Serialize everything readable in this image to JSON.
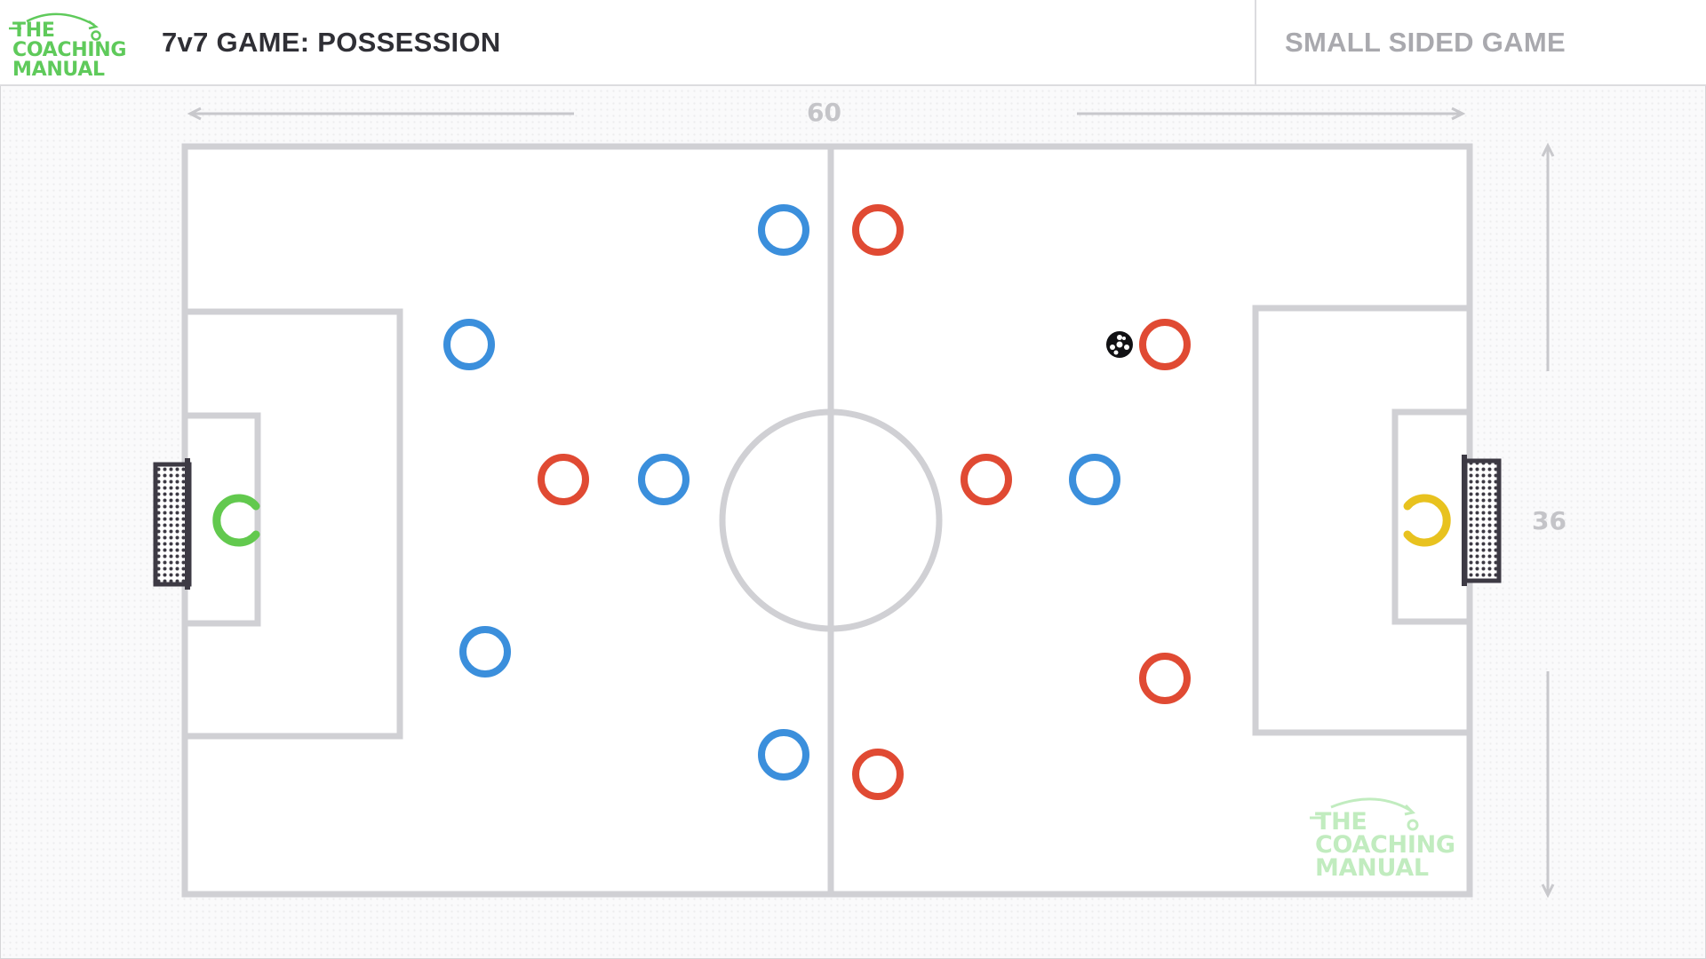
{
  "header": {
    "logo_lines": [
      "THE",
      "COACHING",
      "MANUAL"
    ],
    "title": "7v7 GAME: POSSESSION",
    "category": "SMALL SIDED GAME"
  },
  "pitch": {
    "length_label": "60",
    "width_label": "36"
  },
  "watermark": {
    "lines": [
      "THE",
      "COACHING",
      "MANUAL"
    ]
  },
  "colors": {
    "brand_green": "#5fca5b",
    "team_blue": "#3b8fdc",
    "team_red": "#e04a33",
    "goalkeeper_green": "#62c94e",
    "goalkeeper_yellow": "#e8c21f",
    "pitch_lines": "#d0d0d4"
  },
  "icons": {
    "player": "ring-marker",
    "goalkeeper": "open-ring-marker",
    "ball": "soccer-ball-icon",
    "goal": "goal-net-icon"
  }
}
